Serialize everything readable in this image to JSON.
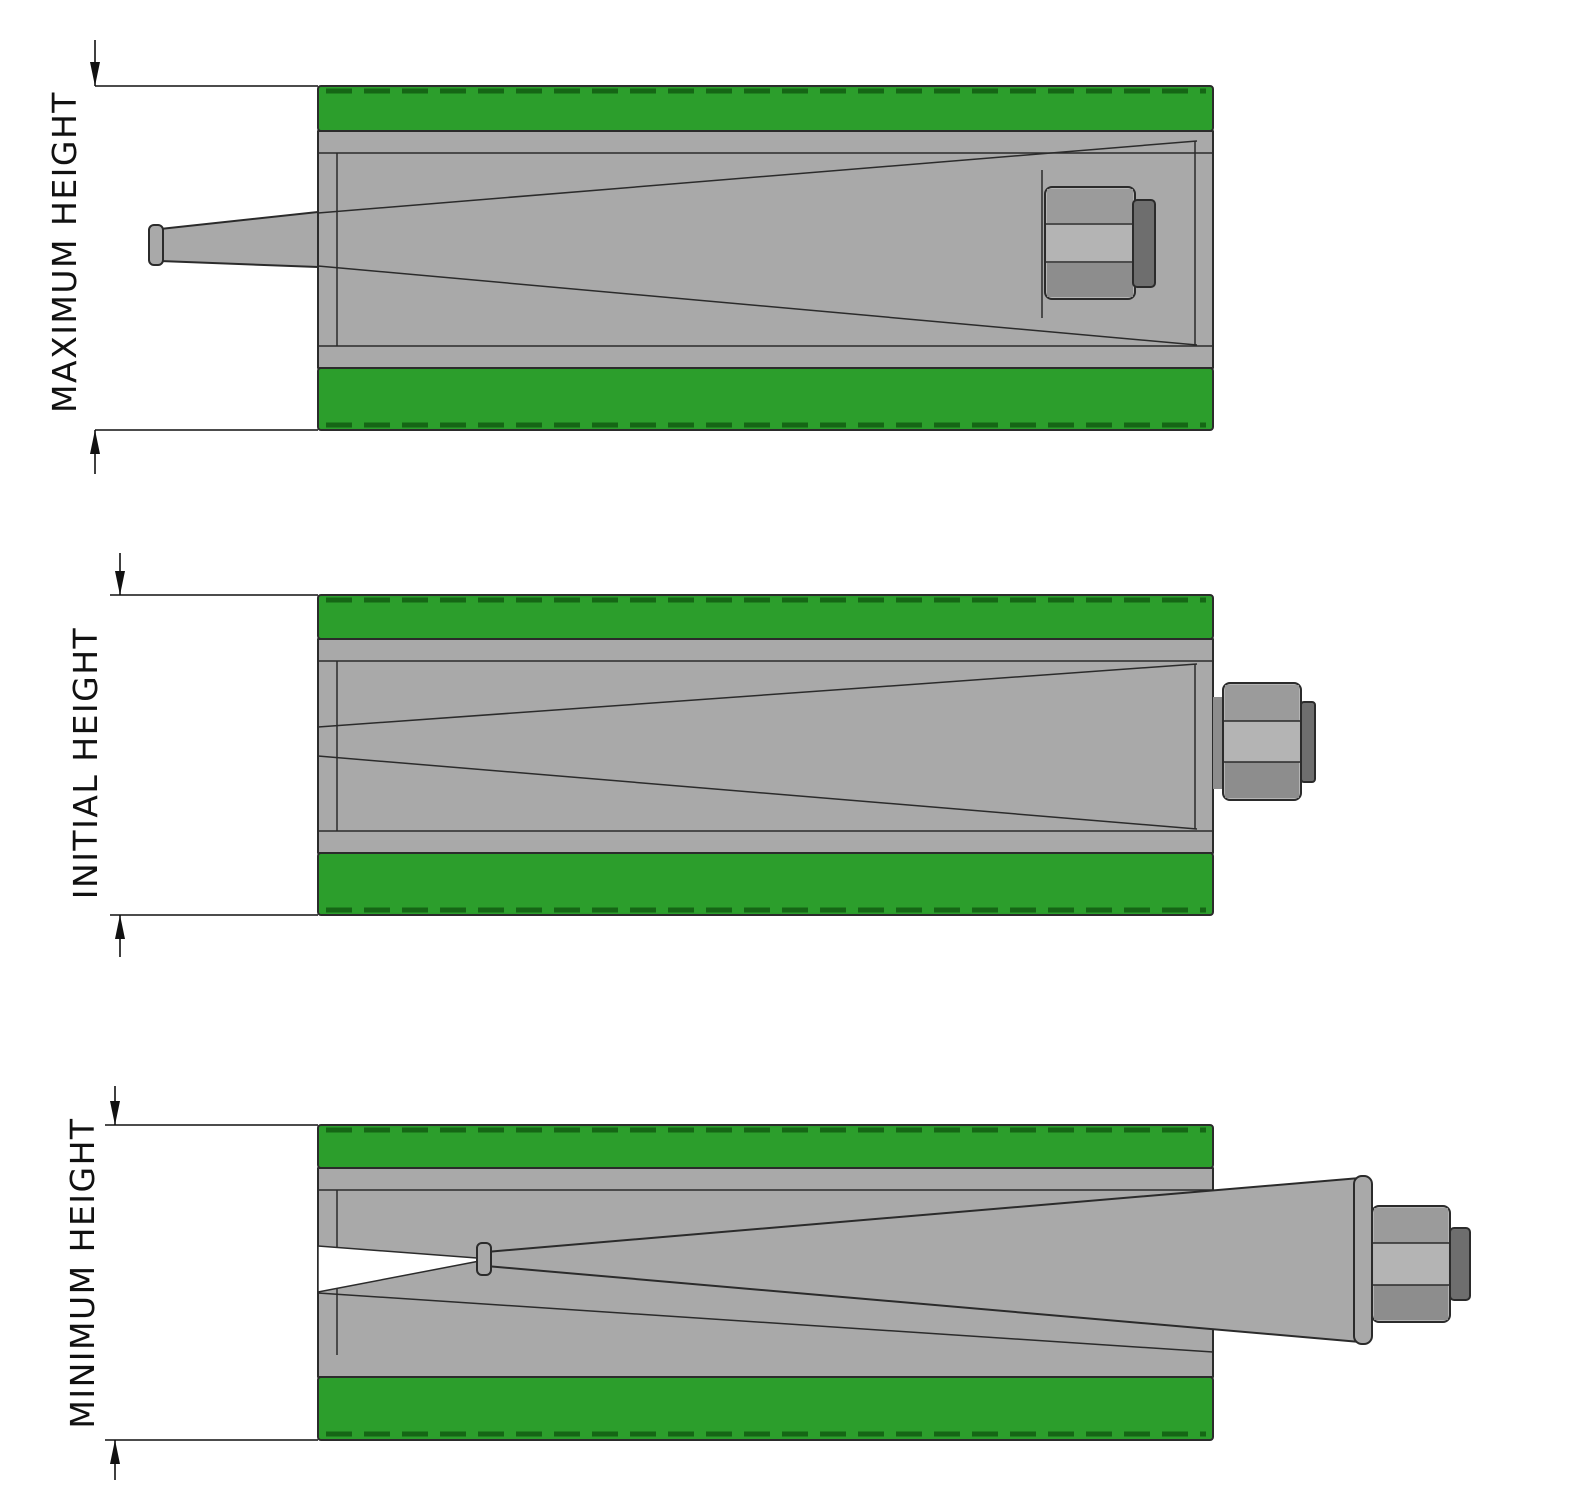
{
  "page": {
    "background": "#ffffff"
  },
  "colors": {
    "pad_green": "#2c9e2c",
    "body_gray": "#a9a9a9",
    "bolt_light": "#b4b4b4",
    "bolt_dark": "#6e6e6e",
    "outline_ink": "#2b2b2b",
    "dimension_ink": "#111111"
  },
  "figures": [
    {
      "id": "maximum",
      "label": "MAXIMUM HEIGHT"
    },
    {
      "id": "initial",
      "label": "INITIAL HEIGHT"
    },
    {
      "id": "minimum",
      "label": "MINIMUM HEIGHT"
    }
  ]
}
